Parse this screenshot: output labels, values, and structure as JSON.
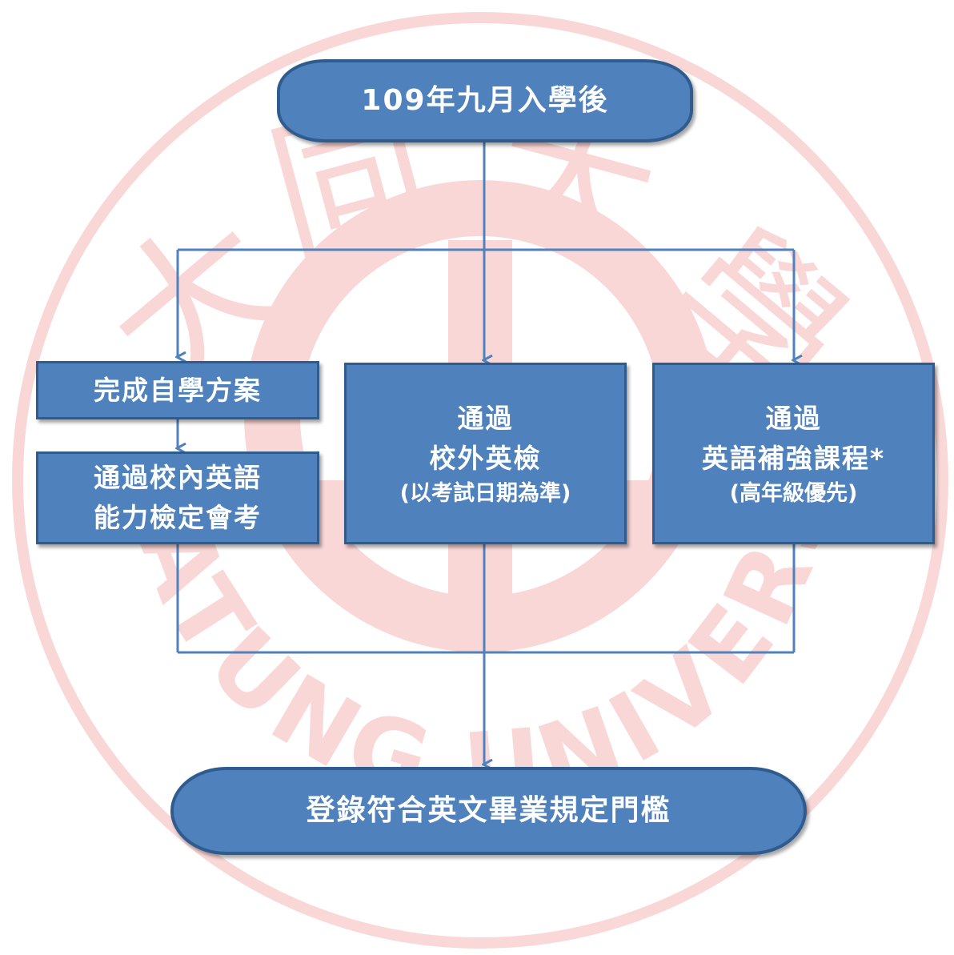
{
  "watermark": {
    "chars": [
      "大",
      "同",
      "大",
      "學"
    ],
    "text": "TATUNG UNIVERSITY",
    "color": "#f6b8b8"
  },
  "colors": {
    "box_fill": "#4f81bd",
    "box_border": "#2e5c8e",
    "connector": "#4f81bd",
    "text": "#ffffff"
  },
  "start": {
    "label": "109年九月入學後"
  },
  "left": {
    "box1": {
      "label": "完成自學方案"
    },
    "box2": {
      "line1": "通過校內英語",
      "line2": "能力檢定會考"
    }
  },
  "middle": {
    "line1": "通過",
    "line2": "校外英檢",
    "note": "(以考試日期為準)"
  },
  "right": {
    "line1": "通過",
    "line2": "英語補強課程*",
    "note": "(高年級優先)"
  },
  "end": {
    "label": "登錄符合英文畢業規定門檻"
  }
}
